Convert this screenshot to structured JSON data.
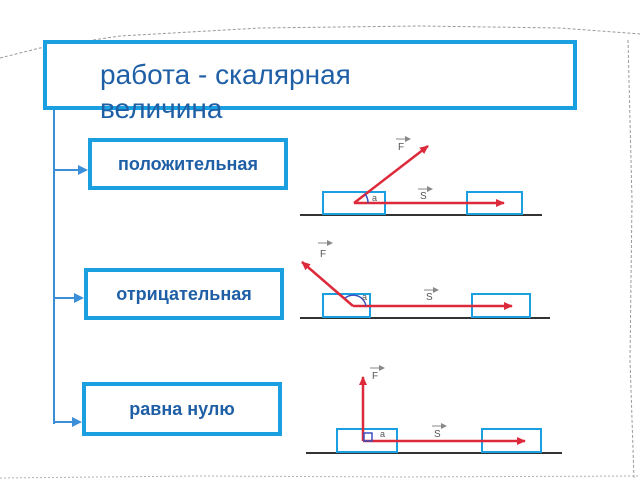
{
  "title": "работа -  скалярная величина",
  "categories": {
    "positive": "положительная",
    "negative": "отрицательная",
    "zero": "равна нулю"
  },
  "labels": {
    "force": "F",
    "displacement": "S",
    "angle": "a"
  },
  "colors": {
    "frame": "#1aa0e0",
    "text": "#1f5fa6",
    "arrow": "#dd2a3a",
    "connector": "#3b8fd9"
  }
}
